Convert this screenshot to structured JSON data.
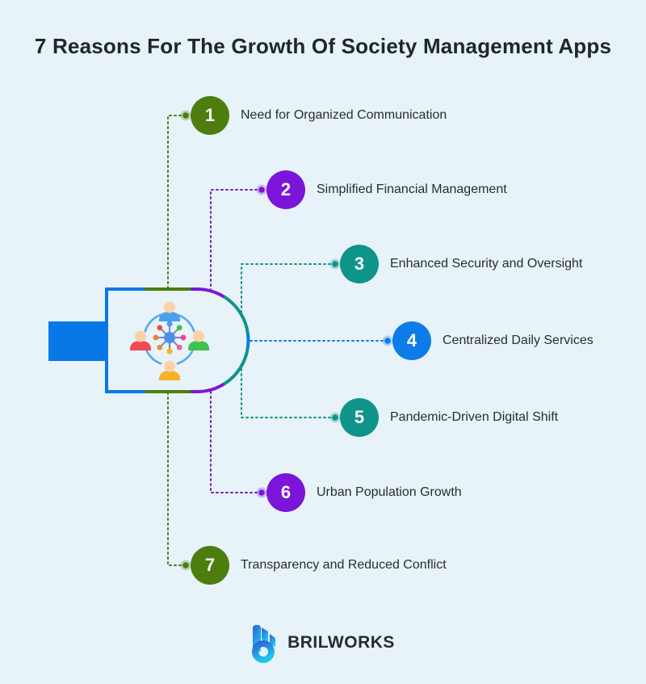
{
  "title": "7 Reasons For The Growth Of Society Management Apps",
  "items": [
    {
      "number": "1",
      "label": "Need for Organized Communication",
      "color": "#4c7d0e"
    },
    {
      "number": "2",
      "label": "Simplified Financial Management",
      "color": "#7c15d9"
    },
    {
      "number": "3",
      "label": "Enhanced Security and Oversight",
      "color": "#0f948a"
    },
    {
      "number": "4",
      "label": "Centralized Daily Services",
      "color": "#0d7ce8"
    },
    {
      "number": "5",
      "label": "Pandemic-Driven Digital Shift",
      "color": "#0f948a"
    },
    {
      "number": "6",
      "label": "Urban Population Growth",
      "color": "#7c15d9"
    },
    {
      "number": "7",
      "label": "Transparency and Reduced Conflict",
      "color": "#4c7d0e"
    }
  ],
  "footer": {
    "brand": "BRILWORKS"
  },
  "icons": {
    "center": "people-network-icon",
    "logo": "brilworks-b-logo-icon"
  },
  "colors": {
    "background": "#e7f3f8",
    "green": "#4c7d0e",
    "purple": "#7c15d9",
    "teal": "#0f948a",
    "blue": "#0d7ce8",
    "tab_blue": "#0778e6",
    "title_text": "#20262e",
    "label_text": "#272d34",
    "arc_blue": "#58a7f2",
    "person_top": "#4aa0ee",
    "person_left": "#ee4b52",
    "person_right": "#3ec24d",
    "person_bottom": "#f4b226",
    "skin": "#fcd2a5",
    "hub_blue": "#4a90e8"
  }
}
